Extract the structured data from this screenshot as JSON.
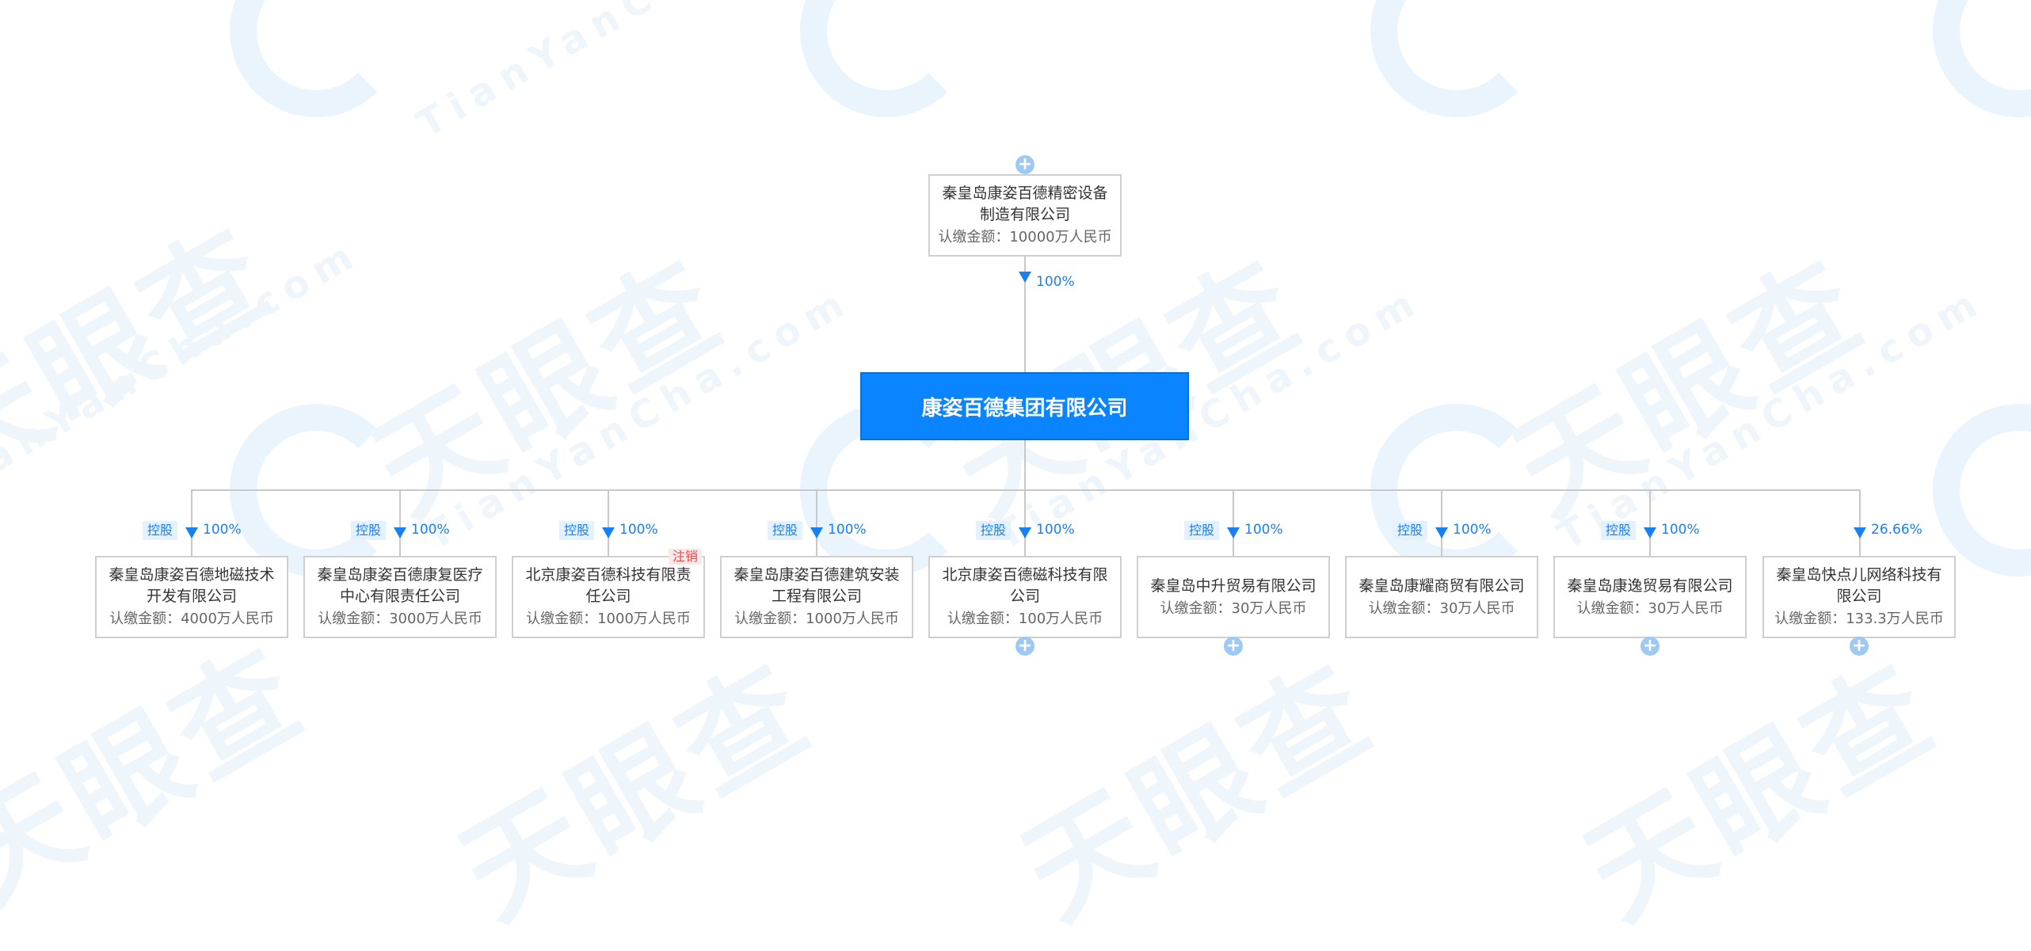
{
  "root": {
    "name": "康姿百德集团有限公司"
  },
  "parent": {
    "name_line1": "秦皇岛康姿百德精密设备",
    "name_line2": "制造有限公司",
    "amount": "认缴金额：10000万人民币",
    "percent": "100%"
  },
  "children": [
    {
      "tag": "控股",
      "percent": "100%",
      "name_line1": "秦皇岛康姿百德地磁技术",
      "name_line2": "开发有限公司",
      "amount": "认缴金额：4000万人民币"
    },
    {
      "tag": "控股",
      "percent": "100%",
      "name_line1": "秦皇岛康姿百德康复医疗",
      "name_line2": "中心有限责任公司",
      "amount": "认缴金额：3000万人民币"
    },
    {
      "tag": "控股",
      "percent": "100%",
      "name_line1": "北京康姿百德科技有限责",
      "name_line2": "任公司",
      "amount": "认缴金额：1000万人民币",
      "status": "注销"
    },
    {
      "tag": "控股",
      "percent": "100%",
      "name_line1": "秦皇岛康姿百德建筑安装",
      "name_line2": "工程有限公司",
      "amount": "认缴金额：1000万人民币"
    },
    {
      "tag": "控股",
      "percent": "100%",
      "name_line1": "北京康姿百德磁科技有限",
      "name_line2": "公司",
      "amount": "认缴金额：100万人民币"
    },
    {
      "tag": "控股",
      "percent": "100%",
      "name_line1": "秦皇岛中升贸易有限公司",
      "name_line2": "",
      "amount": "认缴金额：30万人民币"
    },
    {
      "tag": "控股",
      "percent": "100%",
      "name_line1": "秦皇岛康耀商贸有限公司",
      "name_line2": "",
      "amount": "认缴金额：30万人民币"
    },
    {
      "tag": "控股",
      "percent": "100%",
      "name_line1": "秦皇岛康逸贸易有限公司",
      "name_line2": "",
      "amount": "认缴金额：30万人民币"
    },
    {
      "tag": "",
      "percent": "26.66%",
      "name_line1": "秦皇岛快点儿网络科技有",
      "name_line2": "限公司",
      "amount": "认缴金额：133.3万人民币"
    }
  ],
  "watermark": {
    "text": "天眼查",
    "sub": "TianYanCha.com"
  },
  "icons": {
    "expand": "plus-circle-icon",
    "arrow": "arrow-down-icon"
  },
  "colors": {
    "accent": "#0a84ff",
    "line": "#c8c8c8",
    "tag_bg": "#e4f1fe",
    "cancel": "#f04848"
  }
}
